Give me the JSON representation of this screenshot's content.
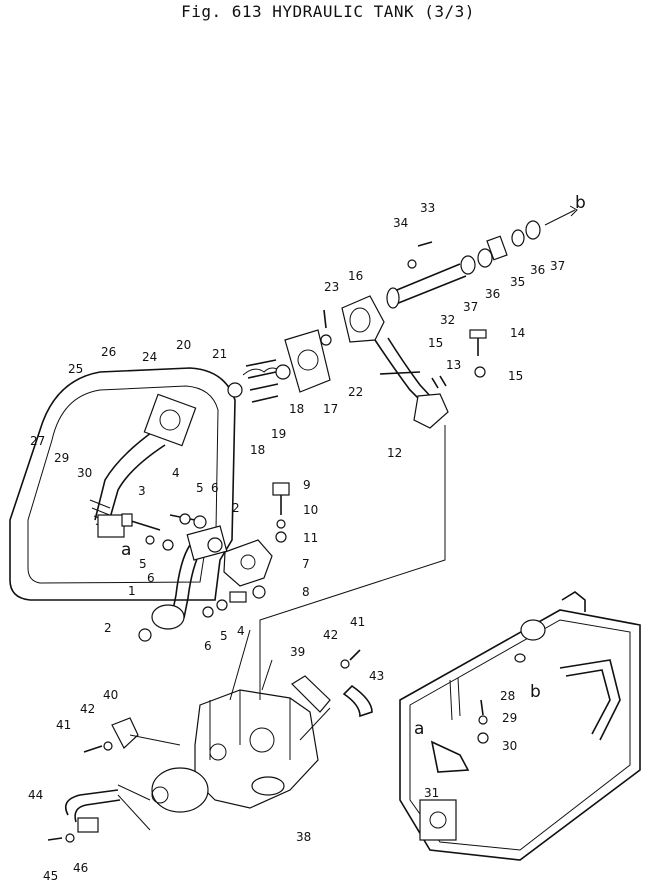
{
  "title": "Fig. 613  HYDRAULIC TANK (3/3)",
  "connection_labels": [
    "a",
    "b"
  ],
  "part_numbers": [
    "1",
    "2",
    "3",
    "4",
    "5",
    "6",
    "7",
    "8",
    "9",
    "10",
    "11",
    "12",
    "13",
    "14",
    "15",
    "16",
    "17",
    "18",
    "19",
    "20",
    "21",
    "22",
    "23",
    "24",
    "25",
    "26",
    "27",
    "28",
    "29",
    "30",
    "31",
    "32",
    "33",
    "34",
    "35",
    "36",
    "37",
    "38",
    "39",
    "40",
    "41",
    "42",
    "43",
    "44",
    "45",
    "46"
  ]
}
